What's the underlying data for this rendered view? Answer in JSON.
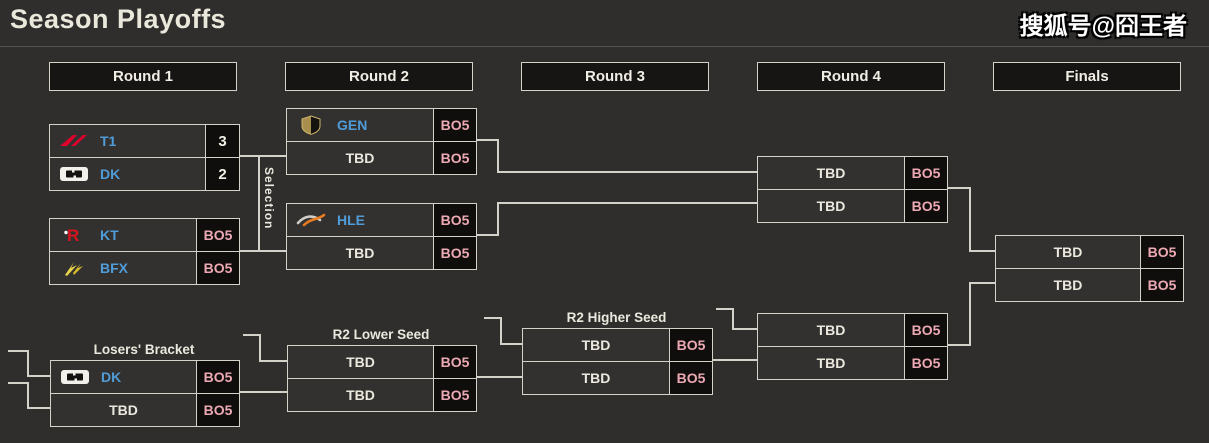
{
  "header": {
    "title": "Season Playoffs",
    "watermark": "搜狐号@囧王者"
  },
  "rounds": [
    "Round 1",
    "Round 2",
    "Round 3",
    "Round 4",
    "Finals"
  ],
  "labels": {
    "selection": "Selection",
    "losers_bracket": "Losers' Bracket",
    "r2_lower_seed": "R2 Lower Seed",
    "r2_higher_seed": "R2 Higher Seed"
  },
  "matches": {
    "r1m1": {
      "teams": [
        {
          "name": "T1",
          "score": "3",
          "icon": "t1-wing-logo"
        },
        {
          "name": "DK",
          "score": "2",
          "icon": "dk-badge-logo"
        }
      ]
    },
    "r1m2": {
      "teams": [
        {
          "name": "KT",
          "score": "BO5",
          "icon": "kt-r-logo"
        },
        {
          "name": "BFX",
          "score": "BO5",
          "icon": "bfx-bolt-logo"
        }
      ]
    },
    "r2m1": {
      "teams": [
        {
          "name": "GEN",
          "score": "BO5",
          "icon": "gen-shield-logo"
        },
        {
          "name": "TBD",
          "score": "BO5",
          "icon": null
        }
      ]
    },
    "r2m2": {
      "teams": [
        {
          "name": "HLE",
          "score": "BO5",
          "icon": "hle-swoosh-logo"
        },
        {
          "name": "TBD",
          "score": "BO5",
          "icon": null
        }
      ]
    },
    "r4m1": {
      "teams": [
        {
          "name": "TBD",
          "score": "BO5",
          "icon": null
        },
        {
          "name": "TBD",
          "score": "BO5",
          "icon": null
        }
      ]
    },
    "lb": {
      "teams": [
        {
          "name": "DK",
          "score": "BO5",
          "icon": "dk-badge-logo"
        },
        {
          "name": "TBD",
          "score": "BO5",
          "icon": null
        }
      ]
    },
    "r2ls": {
      "teams": [
        {
          "name": "TBD",
          "score": "BO5",
          "icon": null
        },
        {
          "name": "TBD",
          "score": "BO5",
          "icon": null
        }
      ]
    },
    "r2hs": {
      "teams": [
        {
          "name": "TBD",
          "score": "BO5",
          "icon": null
        },
        {
          "name": "TBD",
          "score": "BO5",
          "icon": null
        }
      ]
    },
    "r4m2": {
      "teams": [
        {
          "name": "TBD",
          "score": "BO5",
          "icon": null
        },
        {
          "name": "TBD",
          "score": "BO5",
          "icon": null
        }
      ]
    },
    "finals": {
      "teams": [
        {
          "name": "TBD",
          "score": "BO5",
          "icon": null
        },
        {
          "name": "TBD",
          "score": "BO5",
          "icon": null
        }
      ]
    }
  },
  "colors": {
    "background": "#2f2e2c",
    "line": "#d5d2c9",
    "team_name_blue": "#4f9cd8",
    "bo5_pink": "#eda9b3",
    "score_cell_black": "#0f0e0c",
    "text_offwhite": "#ebe8de"
  }
}
